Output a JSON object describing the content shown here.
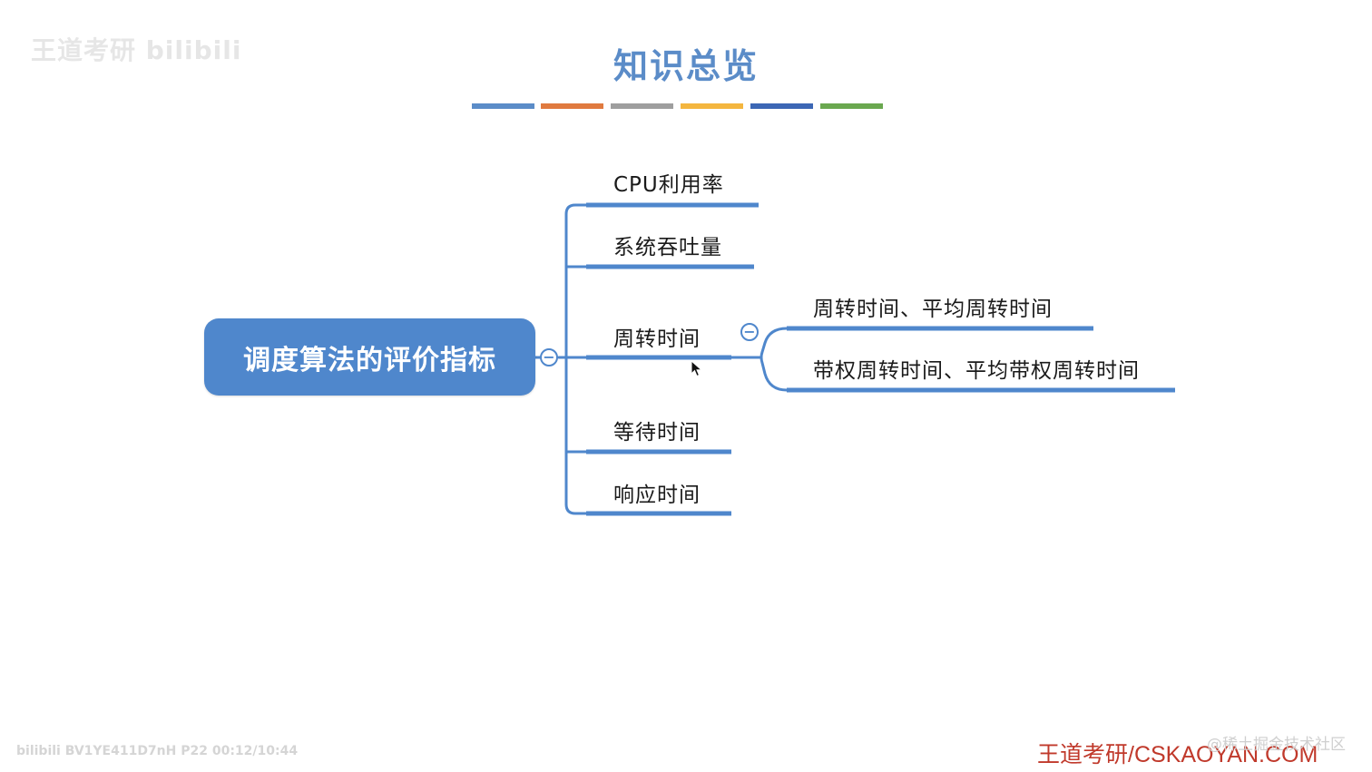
{
  "watermark_top": "王道考研 bilibili",
  "title": "知识总览",
  "color_bar": [
    "#5b8cc8",
    "#e07a3f",
    "#9e9e9e",
    "#f4b63f",
    "#3c67b5",
    "#6aa84f"
  ],
  "root": {
    "label": "调度算法的评价指标"
  },
  "branches": [
    {
      "label": "CPU利用率"
    },
    {
      "label": "系统吞吐量"
    },
    {
      "label": "周转时间"
    },
    {
      "label": "等待时间"
    },
    {
      "label": "响应时间"
    }
  ],
  "sub_branches": [
    {
      "label": "周转时间、平均周转时间"
    },
    {
      "label": "带权周转时间、平均带权周转时间"
    }
  ],
  "collapse_symbol": "−",
  "colors": {
    "accent": "#4f87cc",
    "line": "#4f87cc",
    "title": "#5b8cc8",
    "brand": "#c0392b"
  },
  "watermark_bottom": "bilibili BV1YE411D7nH P22 00:12/10:44",
  "brand": "王道考研/CSKAOYAN.COM",
  "community": "@稀土掘金技术社区"
}
